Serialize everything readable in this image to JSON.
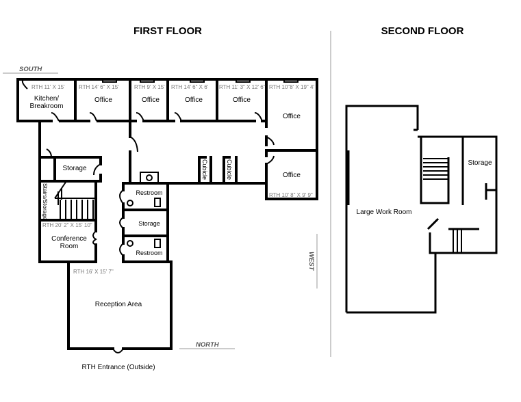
{
  "headings": {
    "first_floor": "FIRST FLOOR",
    "second_floor": "SECOND FLOOR"
  },
  "compass": {
    "south": "SOUTH",
    "north": "NORTH",
    "west": "WEST"
  },
  "first_floor": {
    "rooms": [
      {
        "name": "Kitchen/",
        "name2": "Breakroom",
        "dim": "RTH 11' X 15'"
      },
      {
        "name": "Office",
        "dim": "RTH 14' 6\" X 15'"
      },
      {
        "name": "Office",
        "dim": "RTH 9' X 15'"
      },
      {
        "name": "Office",
        "dim": "RTH 14' 6\" X 6'"
      },
      {
        "name": "Office",
        "dim": "RTH 11' 3\" X 12' 6\""
      },
      {
        "name": "Office",
        "dim": "RTH 10\"8' X 19\" 4'"
      },
      {
        "name": "Office",
        "dim": "RTH 10' 8\" X 9' 9\""
      },
      {
        "name": "Storage"
      },
      {
        "name": "Stairs/Storage"
      },
      {
        "name": "Conference",
        "name2": "Room",
        "dim": "RTH 20' 2\" X 15' 10\""
      },
      {
        "name": "Restroom"
      },
      {
        "name": "Storage"
      },
      {
        "name": "Restroom"
      },
      {
        "name": "Cubicle"
      },
      {
        "name": "Cubicle"
      },
      {
        "name": "Reception Area",
        "dim": "RTH 16' X 15' 7\""
      }
    ],
    "entrance": "RTH Entrance (Outside)"
  },
  "second_floor": {
    "rooms": [
      {
        "name": "Large Work Room"
      },
      {
        "name": "Storage"
      }
    ]
  }
}
